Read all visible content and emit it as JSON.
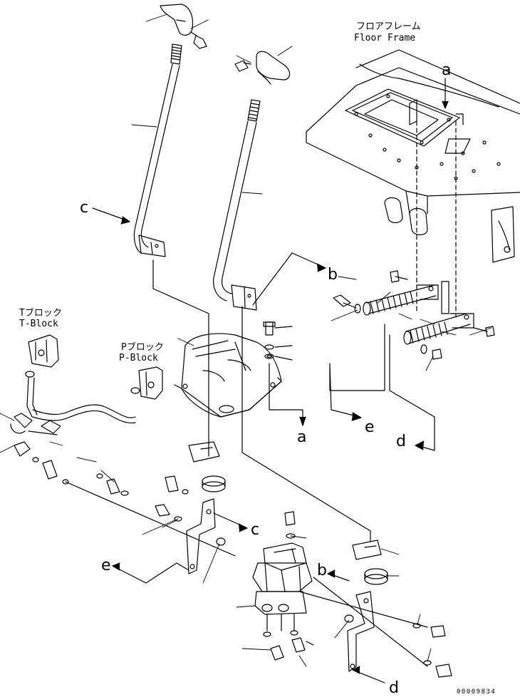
{
  "labels": {
    "floor_frame_jp": "フロアフレーム",
    "floor_frame_en": "Floor Frame",
    "t_block_jp": "Tブロック",
    "t_block_en": "T-Block",
    "p_block_jp": "Pブロック",
    "p_block_en": "P-Block"
  },
  "refs": {
    "a_top": "a",
    "a_mid": "a",
    "b_top": "b",
    "b_low": "b",
    "c_top": "c",
    "c_low": "c",
    "d_mid": "d",
    "d_low": "d",
    "e_mid": "e",
    "e_low": "e"
  },
  "document_number": "00009834"
}
